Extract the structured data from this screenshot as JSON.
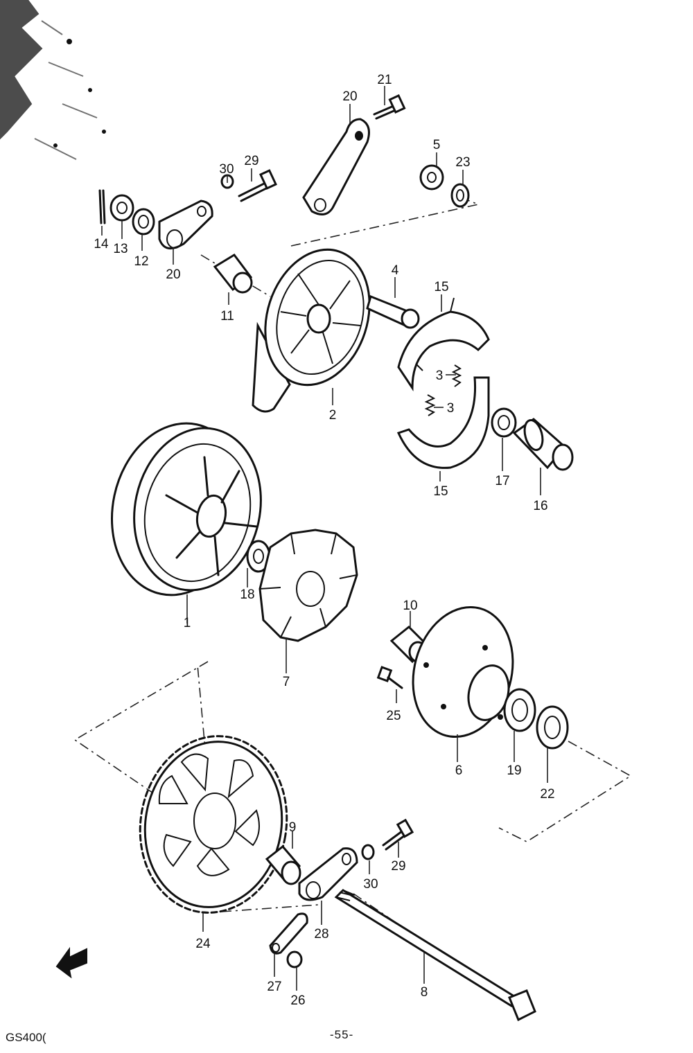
{
  "footer": {
    "model_code": "GS400(",
    "page_number": "-55-"
  },
  "labels": {
    "l1": "1",
    "l2": "2",
    "l3a": "3",
    "l3b": "3",
    "l4": "4",
    "l5": "5",
    "l6": "6",
    "l7": "7",
    "l8": "8",
    "l9": "9",
    "l10": "10",
    "l11": "11",
    "l12": "12",
    "l13": "13",
    "l14": "14",
    "l15a": "15",
    "l15b": "15",
    "l16": "16",
    "l17": "17",
    "l18": "18",
    "l19": "19",
    "l20a": "20",
    "l20b": "20",
    "l21": "21",
    "l22": "22",
    "l23": "23",
    "l24": "24",
    "l25": "25",
    "l26": "26",
    "l27": "27",
    "l28": "28",
    "l29a": "29",
    "l29b": "29",
    "l30a": "30",
    "l30b": "30"
  },
  "icons": {
    "front_arrow": "front-arrow-icon"
  },
  "colors": {
    "ink": "#111111",
    "paper": "#ffffff"
  }
}
